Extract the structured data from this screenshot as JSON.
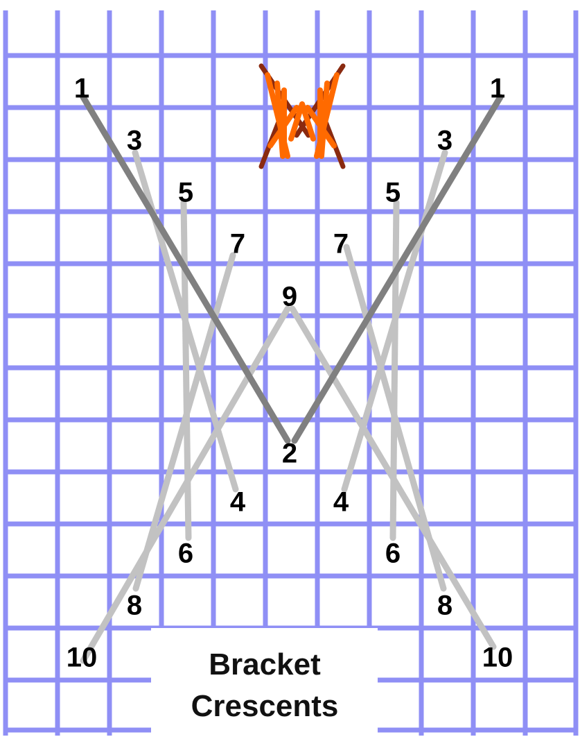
{
  "title": {
    "line1": "Bracket",
    "line2": "Crescents"
  },
  "colors": {
    "background": "#ffffff",
    "grid": "#8a8af5",
    "grid_node": "#6666e0",
    "stitch_dark": "#808080",
    "stitch_light": "#c2c2c2",
    "label": "#000000",
    "icon_orange": "#ff6a00",
    "icon_dark": "#8a2a10"
  },
  "labels": {
    "left": [
      "1",
      "2",
      "3",
      "4",
      "5",
      "6",
      "7",
      "8",
      "9",
      "10"
    ],
    "right": [
      "1",
      "3",
      "4",
      "5",
      "6",
      "7",
      "8",
      "10"
    ]
  },
  "icon": "bracket-crescent-stitch-icon"
}
